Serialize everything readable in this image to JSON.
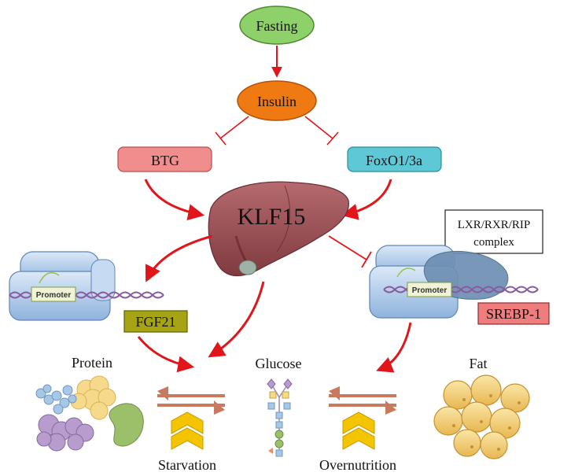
{
  "nodes": {
    "fasting": "Fasting",
    "insulin": "Insulin",
    "btg": "BTG",
    "foxo": "FoxO1/3a",
    "klf15": "KLF15",
    "lxr_line1": "LXR/RXR/RIP",
    "lxr_line2": "complex",
    "fgf21": "FGF21",
    "srebp": "SREBP-1",
    "promoter_left": "Promoter",
    "promoter_right": "Promoter",
    "protein": "Protein",
    "glucose": "Glucose",
    "fat": "Fat",
    "starvation": "Starvation",
    "overnutrition": "Overnutrition"
  },
  "colors": {
    "arrow": "#e0161b",
    "fasting_fill": "#8ed06a",
    "insulin_fill": "#f07a12",
    "btg_fill": "#f08d8d",
    "foxo_fill": "#5fc8d6",
    "fgf21_fill": "#a6a414",
    "srebp_fill": "#f07d7d",
    "liver": "#9a4d52",
    "swap_arrow": "#c97a5e",
    "chevron": "#f5c400"
  }
}
